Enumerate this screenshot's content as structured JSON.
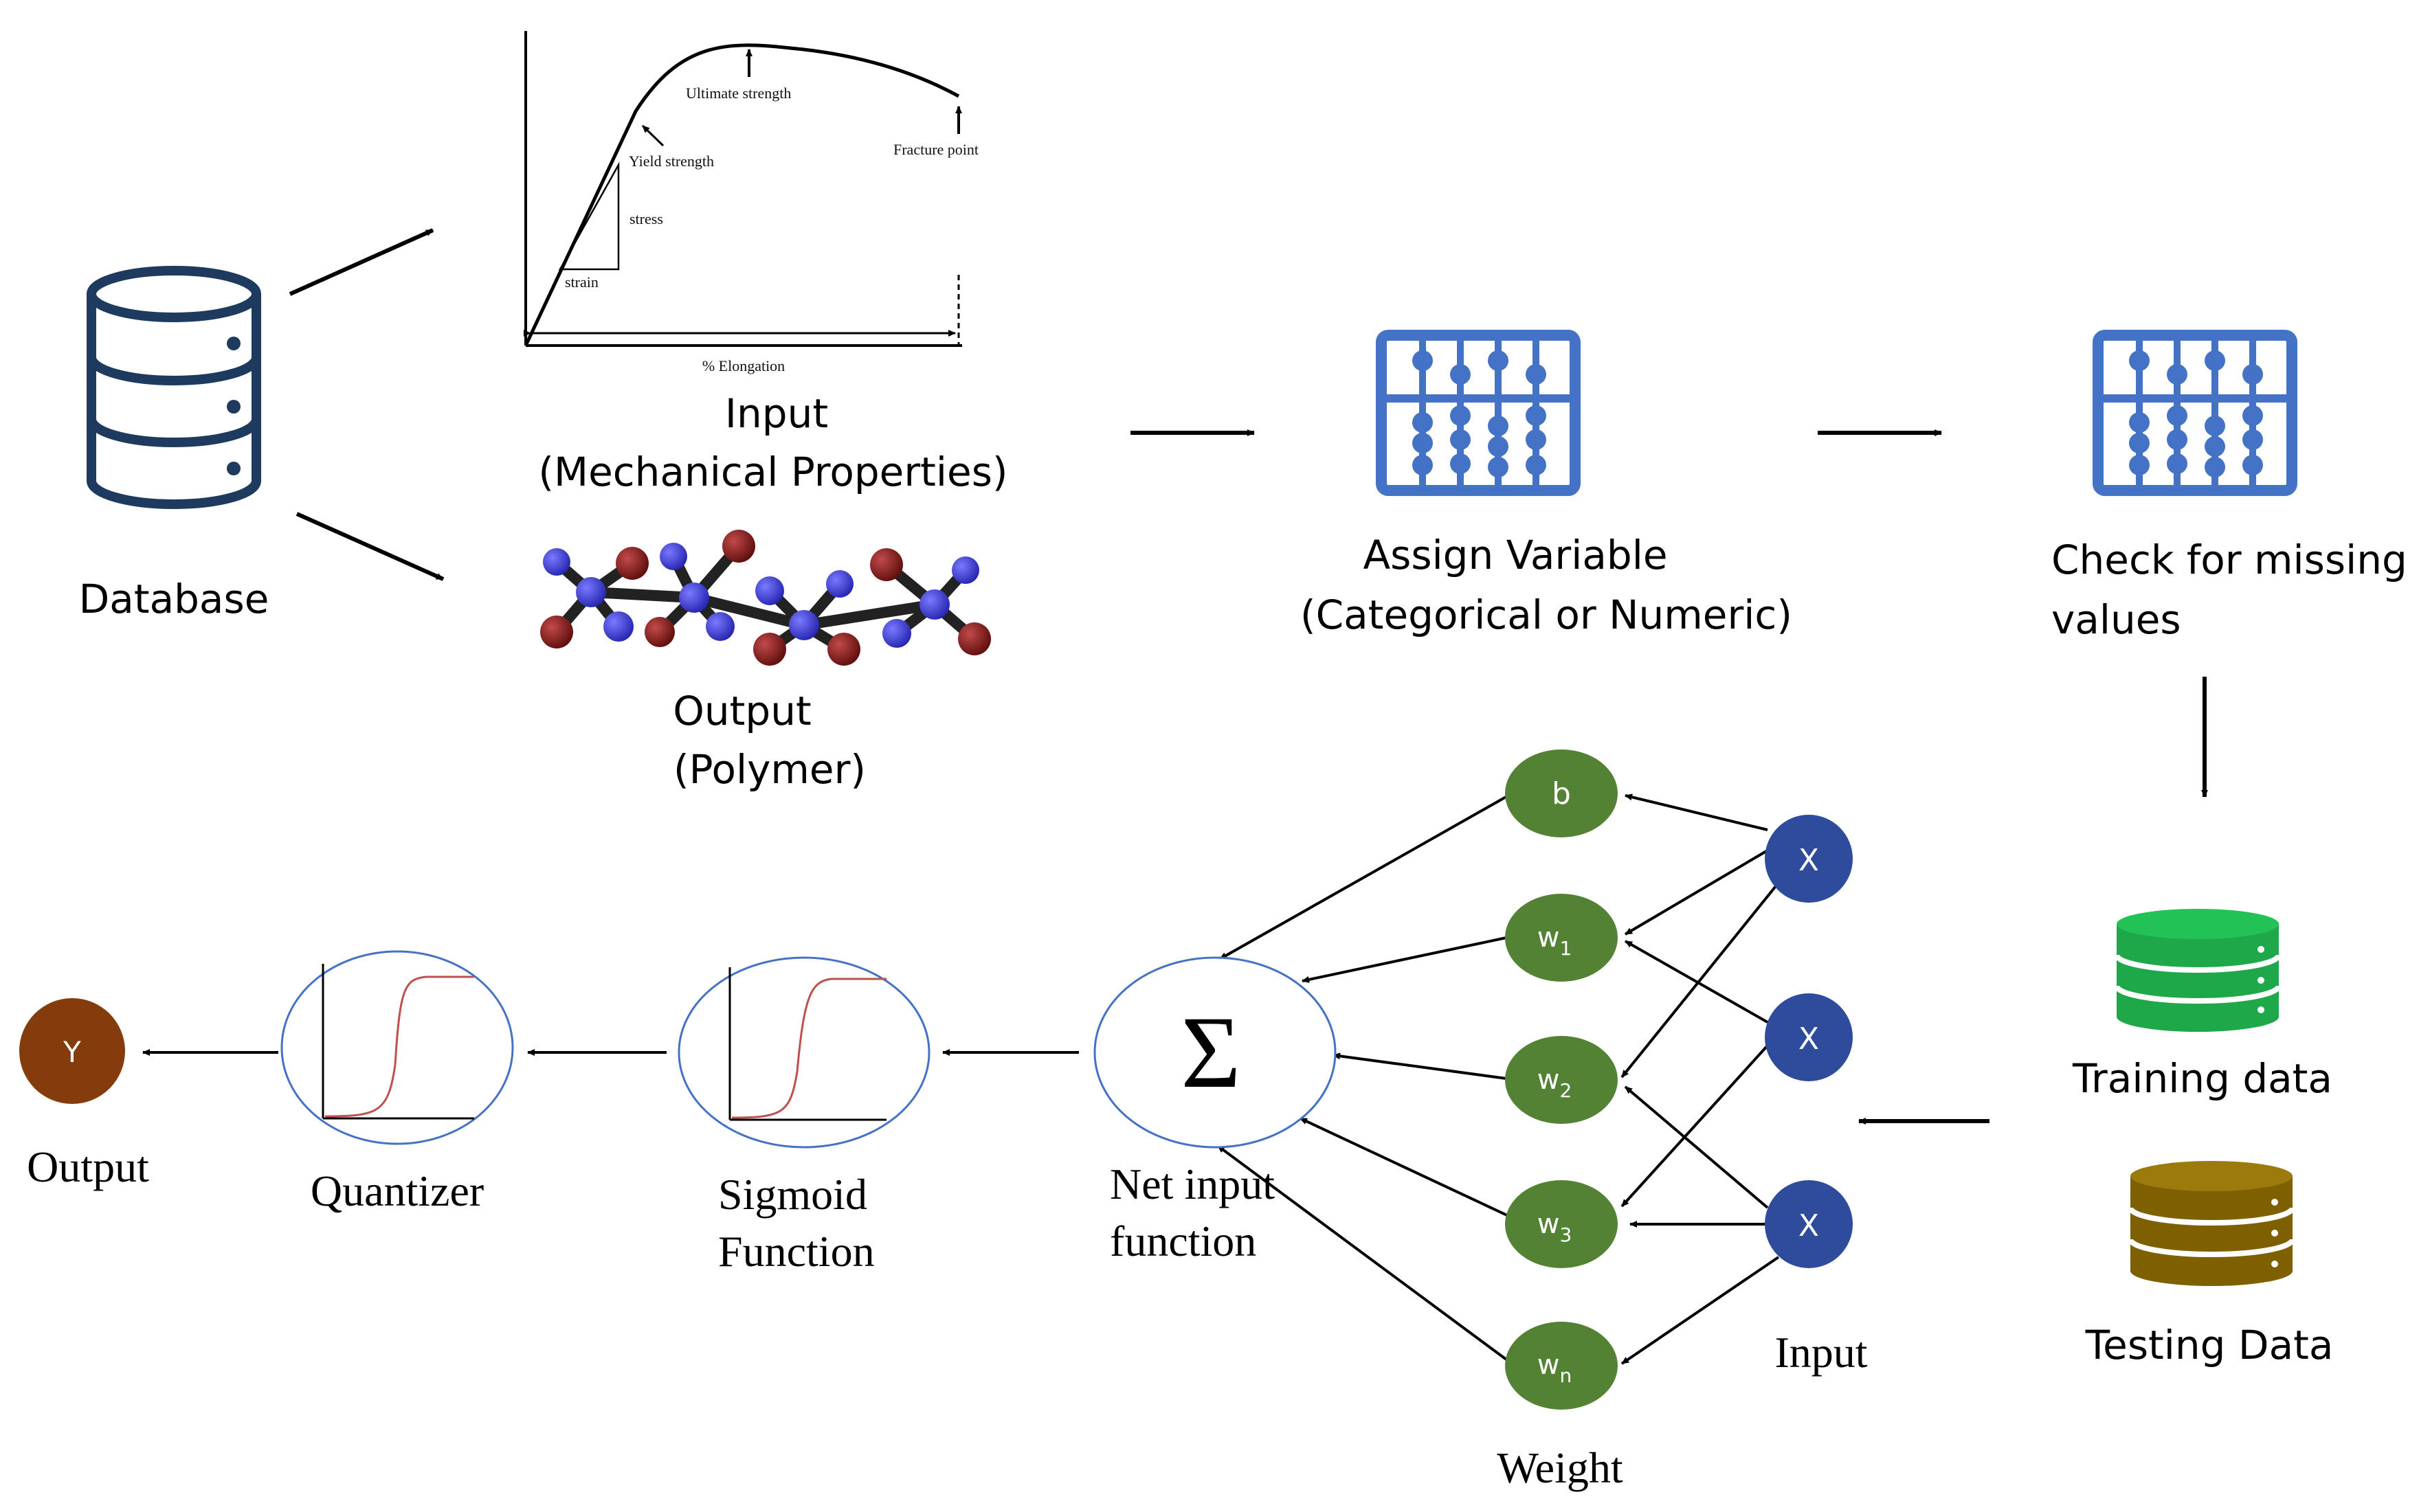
{
  "labels": {
    "database": "Database",
    "input_line1": "Input",
    "input_line2": "(Mechanical Properties)",
    "output_line1": "Output",
    "output_line2": "(Polymer)",
    "assign_line1": "Assign Variable",
    "assign_line2": "(Categorical or Numeric)",
    "check_line1": "Check for missing",
    "check_line2": "values",
    "training": "Training data",
    "testing": "Testing Data",
    "net_line1": "Net input",
    "net_line2": "function",
    "sigmoid_line1": "Sigmoid",
    "sigmoid_line2": "Function",
    "quantizer": "Quantizer",
    "output_final": "Output",
    "weight": "Weight",
    "input_nodes": "Input"
  },
  "stress_strain": {
    "ultimate": "Ultimate strength",
    "yield": "Yield strength",
    "fracture": "Fracture point",
    "stress": "stress",
    "strain": "strain",
    "xlabel": "% Elongation"
  },
  "nodes": {
    "bias": "b",
    "w1_base": "w",
    "w1_sub": "1",
    "w2_base": "w",
    "w2_sub": "2",
    "w3_base": "w",
    "w3_sub": "3",
    "wn_base": "w",
    "wn_sub": "n",
    "x1": "X",
    "x2": "X",
    "x3": "X",
    "sum": "Σ",
    "y": "Y"
  },
  "colors": {
    "db_stroke": "#1f3a5f",
    "abacus_blue": "#4472c4",
    "green_node": "#548235",
    "blue_node": "#2f4b9b",
    "output_node": "#843c0c",
    "train_green": "#1ea84a",
    "test_gold": "#7f6000",
    "curve_red": "#c0504d",
    "atom_blue": "#3d3ddb",
    "atom_red": "#8b1a1a"
  }
}
